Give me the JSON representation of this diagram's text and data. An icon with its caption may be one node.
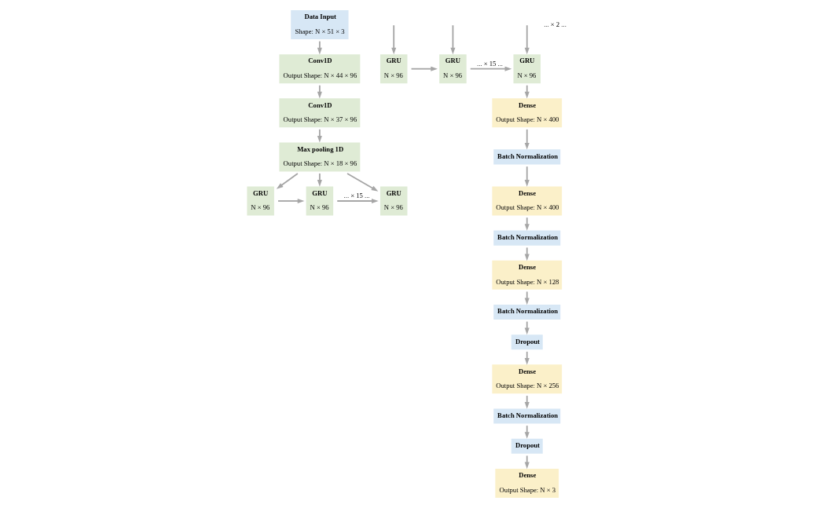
{
  "diagram": {
    "nodes": [
      {
        "text": [
          "Data Input",
          "Shape: N × 51 × 3"
        ]
      },
      {
        "text": [
          "Conv1D",
          "Output Shape: N × 44 × 96"
        ]
      },
      {
        "text": [
          "Conv1D",
          "Output Shape: N × 37 × 96"
        ]
      },
      {
        "text": [
          "Max pooling 1D",
          "Output Shape: N × 18 × 96"
        ]
      },
      {
        "text": [
          "GRU",
          "N × 96"
        ]
      },
      {
        "text": [
          "GRU",
          "N × 96"
        ]
      },
      {
        "text": [
          "GRU",
          "N × 96"
        ]
      },
      {
        "text": [
          "GRU",
          "N × 96"
        ]
      },
      {
        "text": [
          "GRU",
          "N × 96"
        ]
      },
      {
        "text": [
          "GRU",
          "N × 96"
        ]
      },
      {
        "text": [
          "Dense",
          "Output Shape: N × 400"
        ]
      },
      {
        "text": [
          "Batch Normalization"
        ]
      },
      {
        "text": [
          "Dense",
          "Output Shape: N × 400"
        ]
      },
      {
        "text": [
          "Batch Normalization"
        ]
      },
      {
        "text": [
          "Dense",
          "Output Shape: N × 128"
        ]
      },
      {
        "text": [
          "Batch Normalization"
        ]
      },
      {
        "text": [
          "Dropout"
        ]
      },
      {
        "text": [
          "Dense",
          "Output Shape: N × 256"
        ]
      },
      {
        "text": [
          "Batch Normalization"
        ]
      },
      {
        "text": [
          "Dropout"
        ]
      },
      {
        "text": [
          "Dense",
          "Output Shape: N × 3"
        ]
      }
    ],
    "edges": [
      {
        "from": 0,
        "to": 1,
        "arrow": "to"
      },
      {
        "from": 1,
        "to": 2,
        "arrow": "to"
      },
      {
        "from": 2,
        "to": 3,
        "arrow": "to"
      },
      {
        "from": 3,
        "to": 4,
        "arrow": "to"
      },
      {
        "from": 3,
        "to": 5,
        "arrow": "to"
      },
      {
        "from": 3,
        "to": 6,
        "arrow": "to"
      },
      {
        "from": 4,
        "to": 5,
        "arrow": "to"
      },
      {
        "from": 5,
        "to": 6,
        "arrow": "to",
        "label": "... × 15 ..."
      },
      {
        "from": null,
        "to": 7,
        "arrow": "to"
      },
      {
        "from": null,
        "to": 8,
        "arrow": "to"
      },
      {
        "from": null,
        "to": 9,
        "arrow": "to"
      },
      {
        "from": 7,
        "to": 8,
        "arrow": "to"
      },
      {
        "from": 8,
        "to": 9,
        "arrow": "to",
        "label": "... × 15 ..."
      },
      {
        "from": 9,
        "to": 10,
        "arrow": "to"
      },
      {
        "from": 10,
        "to": 11,
        "arrow": "to"
      },
      {
        "from": 11,
        "to": 12,
        "arrow": "to"
      },
      {
        "from": 12,
        "to": 13,
        "arrow": "to"
      },
      {
        "from": 13,
        "to": 14,
        "arrow": "to"
      },
      {
        "from": 14,
        "to": 15,
        "arrow": "to"
      },
      {
        "from": 15,
        "to": 16,
        "arrow": "to"
      },
      {
        "from": 16,
        "to": 17,
        "arrow": "to"
      },
      {
        "from": 17,
        "to": 18,
        "arrow": "to"
      },
      {
        "from": 18,
        "to": 19,
        "arrow": "to"
      },
      {
        "from": 19,
        "to": 20,
        "arrow": "to"
      }
    ],
    "labels": [
      "... × 2 ..."
    ]
  }
}
